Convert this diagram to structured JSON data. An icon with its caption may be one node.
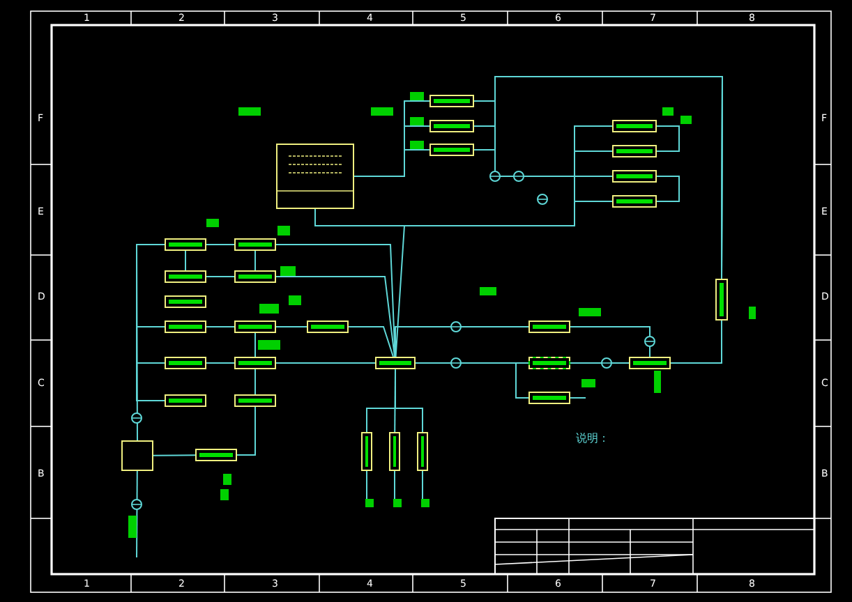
{
  "diagram": {
    "nodes": [
      {
        "text": [],
        "shape": "box"
      },
      {
        "text": [],
        "shape": "box"
      },
      {
        "text": [],
        "shape": "box"
      },
      {
        "text": [],
        "shape": "box"
      },
      {
        "text": [],
        "shape": "box"
      },
      {
        "text": [],
        "shape": "box"
      },
      {
        "text": [],
        "shape": "box"
      },
      {
        "text": [],
        "shape": "box"
      },
      {
        "text": [],
        "shape": "box"
      },
      {
        "text": [],
        "shape": "box"
      },
      {
        "text": [],
        "shape": "box"
      },
      {
        "text": [],
        "shape": "box"
      },
      {
        "text": [],
        "shape": "box"
      },
      {
        "text": [],
        "shape": "box"
      },
      {
        "text": [],
        "shape": "box"
      },
      {
        "text": [],
        "shape": "box"
      },
      {
        "text": [],
        "shape": "box"
      },
      {
        "text": [],
        "shape": "box"
      },
      {
        "text": [],
        "shape": "box"
      },
      {
        "text": [],
        "shape": "box"
      },
      {
        "text": [],
        "shape": "box"
      },
      {
        "text": [],
        "shape": "box"
      },
      {
        "text": [],
        "shape": "box"
      },
      {
        "text": [],
        "shape": "box"
      },
      {
        "text": [],
        "shape": "box"
      },
      {
        "text": [],
        "shape": "box"
      },
      {
        "text": [],
        "shape": "box"
      },
      {
        "text": [],
        "shape": "box"
      },
      {
        "text": [],
        "shape": "box"
      },
      {
        "text": [],
        "shape": "box"
      },
      {
        "text": [],
        "shape": "box"
      }
    ],
    "edges": [
      {
        "from": 8,
        "to": 9,
        "arrow": "none"
      },
      {
        "from": 8,
        "to": 10,
        "arrow": "none"
      },
      {
        "from": 10,
        "to": 11,
        "arrow": "none"
      },
      {
        "from": 13,
        "to": 14,
        "arrow": "none"
      },
      {
        "from": 14,
        "to": 15,
        "arrow": "none"
      },
      {
        "from": 16,
        "to": 17,
        "arrow": "none"
      },
      {
        "from": 17,
        "to": 22,
        "arrow": "none"
      },
      {
        "from": 14,
        "to": 17,
        "arrow": "none"
      },
      {
        "from": 17,
        "to": 19,
        "arrow": "none"
      },
      {
        "from": 21,
        "to": 19,
        "arrow": "none"
      },
      {
        "from": 20,
        "to": 21,
        "arrow": "none"
      },
      {
        "from": 22,
        "to": 23,
        "arrow": "none"
      },
      {
        "from": 22,
        "to": 24,
        "arrow": "none"
      },
      {
        "from": 22,
        "to": 25,
        "arrow": "none"
      },
      {
        "from": 22,
        "to": 27,
        "arrow": "none"
      },
      {
        "from": 27,
        "to": 29,
        "arrow": "none"
      },
      {
        "from": 29,
        "to": 30,
        "arrow": "none"
      },
      {
        "from": 22,
        "to": 26,
        "arrow": "none"
      },
      {
        "from": 27,
        "to": 28,
        "arrow": "none"
      },
      {
        "from": 0,
        "to": 2,
        "arrow": "none"
      },
      {
        "from": 0,
        "to": 1,
        "arrow": "none"
      },
      {
        "from": 0,
        "to": 3,
        "arrow": "none"
      },
      {
        "from": 0,
        "to": 7,
        "arrow": "none"
      },
      {
        "from": 4,
        "to": 5,
        "arrow": "none"
      },
      {
        "from": 6,
        "to": 7,
        "arrow": "none"
      },
      {
        "from": 5,
        "to": 6,
        "arrow": "none"
      },
      {
        "from": 8,
        "to": 20,
        "arrow": "none"
      },
      {
        "from": 11,
        "to": 22,
        "arrow": "none"
      },
      {
        "from": 9,
        "to": 22,
        "arrow": "none"
      },
      {
        "from": 8,
        "to": 13,
        "arrow": "none"
      },
      {
        "from": 8,
        "to": 16,
        "arrow": "none"
      },
      {
        "from": 8,
        "to": 18,
        "arrow": "none"
      },
      {
        "from": 9,
        "to": 11,
        "arrow": "none"
      },
      {
        "from": 15,
        "to": 22,
        "arrow": "none"
      },
      {
        "from": 26,
        "to": 29,
        "arrow": "none"
      },
      {
        "from": 0,
        "to": 22,
        "arrow": "none"
      },
      {
        "from": 1,
        "to": 30,
        "arrow": "none"
      },
      {
        "from": 2,
        "to": 30,
        "arrow": "none"
      },
      {
        "from": 3,
        "to": 30,
        "arrow": "none"
      },
      {
        "from": 3,
        "to": 6,
        "arrow": "none"
      },
      {
        "from": 0,
        "to": 4,
        "arrow": "none"
      },
      {
        "from": 28,
        "to": null,
        "arrow": "none"
      },
      {
        "from": 20,
        "to": null,
        "arrow": "none"
      },
      {
        "from": 23,
        "to": null,
        "arrow": "none"
      },
      {
        "from": 24,
        "to": null,
        "arrow": "none"
      },
      {
        "from": 25,
        "to": null,
        "arrow": "none"
      }
    ],
    "labels": [
      "1",
      "2",
      "3",
      "4",
      "5",
      "6",
      "7",
      "8",
      "F",
      "F",
      "E",
      "E",
      "D",
      "D",
      "C",
      "C",
      "B",
      "B",
      "说明：",
      "1",
      "2",
      "3",
      "4",
      "5",
      "6",
      "7",
      "8"
    ]
  }
}
